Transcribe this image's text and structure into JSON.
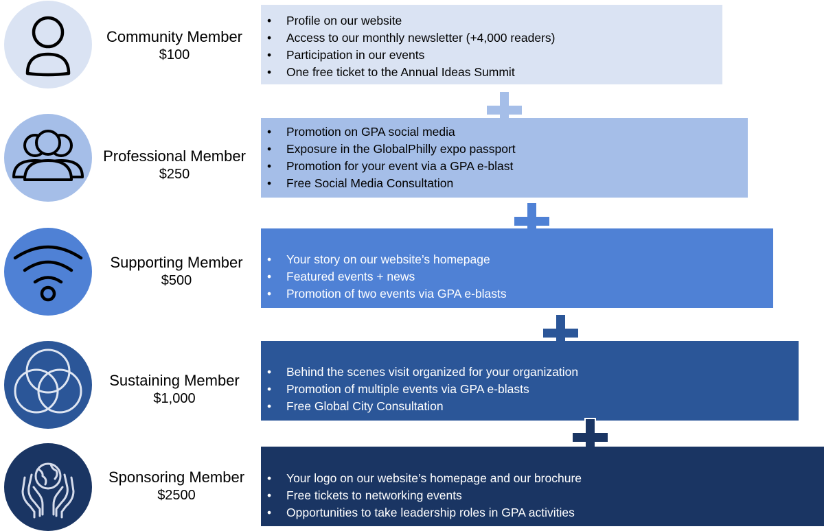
{
  "colors": {
    "tier1": "#dae3f3",
    "tier2": "#a5bee8",
    "tier3": "#4f81d5",
    "tier4": "#2b5698",
    "tier5": "#1a3563",
    "icon_dark": "#000000",
    "icon_light": "#ffffff"
  },
  "tiers": [
    {
      "icon": "person-icon",
      "name": "Community Member",
      "price": "$100",
      "benefits": [
        "Profile on our website",
        "Access to our monthly newsletter (+4,000 readers)",
        "Participation in our events",
        "One free ticket to the Annual Ideas Summit"
      ]
    },
    {
      "icon": "group-icon",
      "name": "Professional Member",
      "price": "$250",
      "benefits": [
        "Promotion on GPA social media",
        "Exposure in the GlobalPhilly expo passport",
        "Promotion for your event via a GPA e-blast",
        "Free Social Media Consultation"
      ]
    },
    {
      "icon": "wifi-icon",
      "name": "Supporting Member",
      "price": "$500",
      "benefits": [
        "Your story on our website’s homepage",
        "Featured events + news",
        "Promotion of two events via GPA e-blasts"
      ]
    },
    {
      "icon": "venn-circles-icon",
      "name": "Sustaining Member",
      "price": "$1,000",
      "benefits": [
        "Behind the scenes visit organized for your organization",
        "Promotion of multiple events via GPA e-blasts",
        "Free Global City Consultation"
      ]
    },
    {
      "icon": "globe-in-hands-icon",
      "name": "Sponsoring Member",
      "price": "$2500",
      "benefits": [
        "Your logo on our website’s homepage and our brochure",
        "Free tickets to networking events",
        "Opportunities to take leadership roles in GPA activities"
      ]
    }
  ]
}
